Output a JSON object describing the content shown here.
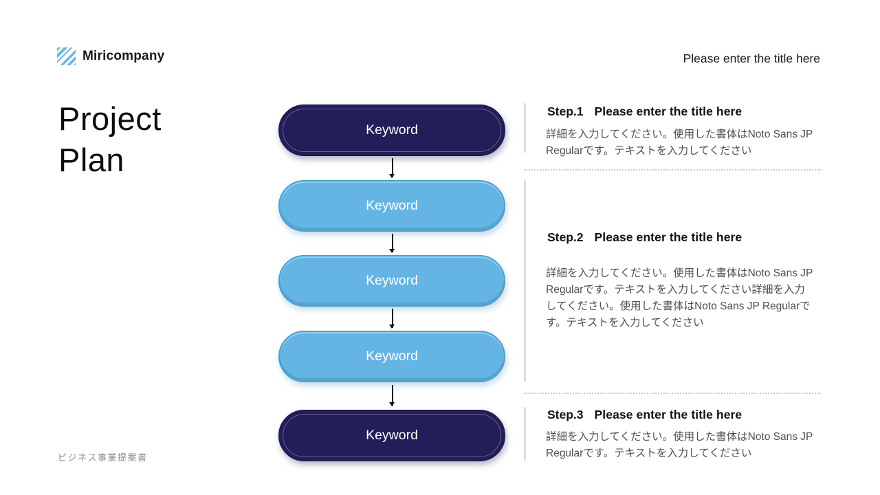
{
  "header": {
    "brand_name": "Miricompany",
    "title_placeholder": "Please enter the title here"
  },
  "main_title": "Project Plan",
  "flow": {
    "keywords": [
      {
        "label": "Keyword",
        "variant": "dark"
      },
      {
        "label": "Keyword",
        "variant": "light"
      },
      {
        "label": "Keyword",
        "variant": "light"
      },
      {
        "label": "Keyword",
        "variant": "light"
      },
      {
        "label": "Keyword",
        "variant": "dark"
      }
    ]
  },
  "steps": [
    {
      "step": "Step.1",
      "title": "Please enter the title here",
      "body": "詳細を入力してください。使用した書体はNoto Sans JP Regularです。テキストを入力してください"
    },
    {
      "step": "Step.2",
      "title": "Please enter the title here",
      "body": "詳細を入力してください。使用した書体はNoto Sans JP Regularです。テキストを入力してください詳細を入力してください。使用した書体はNoto Sans JP Regularです。テキストを入力してください"
    },
    {
      "step": "Step.3",
      "title": "Please enter the title here",
      "body": "詳細を入力してください。使用した書体はNoto Sans JP Regularです。テキストを入力してください"
    }
  ],
  "footer": {
    "label": "ビジネス事業提案書"
  },
  "colors": {
    "dark_navy": "#221e58",
    "light_blue": "#64b5e4",
    "blue_border": "#4d9ecd",
    "logo_blue": "#6fb6e6"
  }
}
